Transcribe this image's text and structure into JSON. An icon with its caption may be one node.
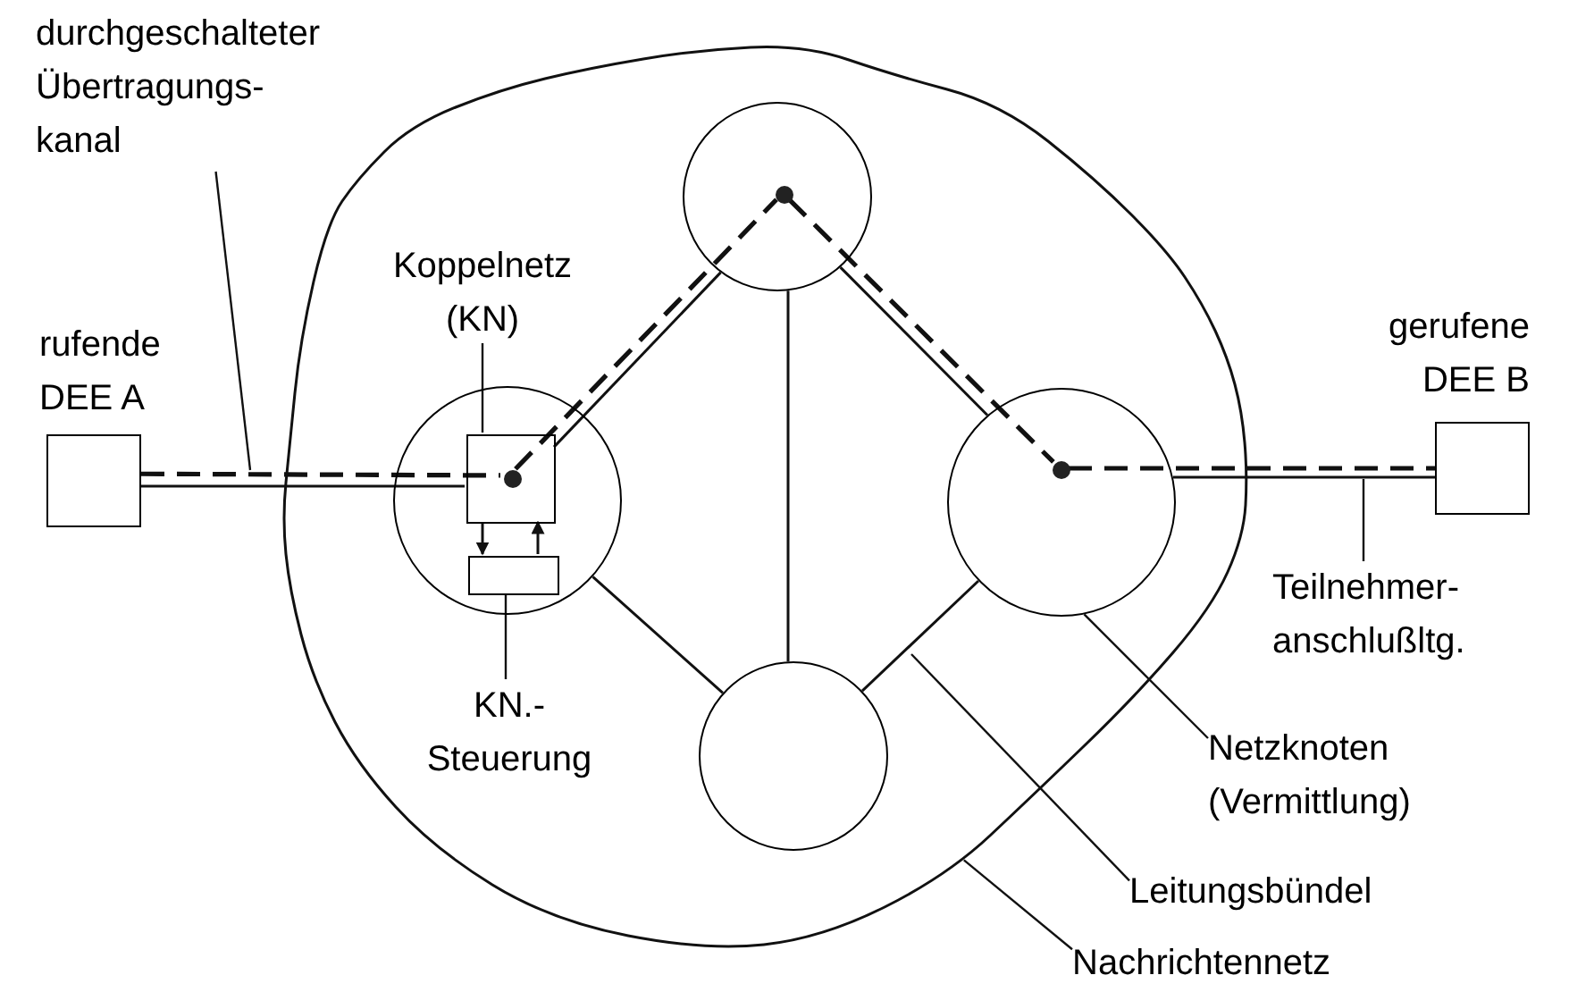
{
  "diagram": {
    "nodes": [
      {
        "text": [
          "durchgeschalteter Übertragungs- kanal"
        ]
      },
      {
        "text": [
          "rufende DEE A"
        ]
      },
      {
        "text": [],
        "shape": "cloud"
      },
      {
        "text": [],
        "shape": "circle",
        "in": 2
      },
      {
        "text": [
          "Koppelnetz (KN)"
        ],
        "in": 2
      },
      {
        "text": [],
        "shape": "circle",
        "in": 2
      },
      {
        "text": [],
        "shape": "box",
        "in": 5
      },
      {
        "text": [],
        "shape": "circle",
        "in": 6
      },
      {
        "text": [],
        "shape": "box",
        "in": 5
      },
      {
        "text": [],
        "shape": "circle",
        "in": 3
      },
      {
        "text": [],
        "shape": "circle",
        "in": 2
      },
      {
        "text": [],
        "shape": "circle",
        "in": 10
      },
      {
        "text": [
          "gerufene DEE B"
        ]
      },
      {
        "text": [],
        "shape": "circle",
        "in": 2
      },
      {
        "text": [
          "KN.- Steuerung"
        ],
        "in": 2
      },
      {
        "text": [
          "Teilnehmer- anschlußltg."
        ]
      },
      {
        "text": [
          "Netzknoten (Vermittlung)"
        ]
      },
      {
        "text": [
          "Leitungsbündel"
        ]
      },
      {
        "text": [
          "Nachrichtennetz"
        ]
      }
    ],
    "edges": [
      {
        "from": 1,
        "to": 7,
        "arrow": "none",
        "style": "dashed"
      },
      {
        "from": 1,
        "to": 6,
        "arrow": "none"
      },
      {
        "from": 7,
        "to": 9,
        "arrow": "none",
        "style": "dashed"
      },
      {
        "from": 6,
        "to": 3,
        "arrow": "none"
      },
      {
        "from": 9,
        "to": 11,
        "arrow": "none",
        "style": "dashed"
      },
      {
        "from": 3,
        "to": 10,
        "arrow": "none"
      },
      {
        "from": 11,
        "to": 12,
        "arrow": "none",
        "style": "dashed"
      },
      {
        "from": 10,
        "to": 12,
        "arrow": "none"
      },
      {
        "from": 3,
        "to": 13,
        "arrow": "none"
      },
      {
        "from": 5,
        "to": 13,
        "arrow": "none"
      },
      {
        "from": 10,
        "to": 13,
        "arrow": "none"
      },
      {
        "from": 6,
        "to": 8,
        "arrow": "to"
      },
      {
        "from": 8,
        "to": 6,
        "arrow": "to"
      },
      {
        "from": 0,
        "to": null,
        "arrow": "none"
      },
      {
        "from": 4,
        "to": 6,
        "arrow": "none"
      },
      {
        "from": 14,
        "to": 8,
        "arrow": "none"
      },
      {
        "from": 15,
        "to": null,
        "arrow": "none"
      },
      {
        "from": 16,
        "to": 10,
        "arrow": "none"
      },
      {
        "from": 17,
        "to": null,
        "arrow": "none"
      },
      {
        "from": 18,
        "to": 2,
        "arrow": "none"
      }
    ]
  }
}
